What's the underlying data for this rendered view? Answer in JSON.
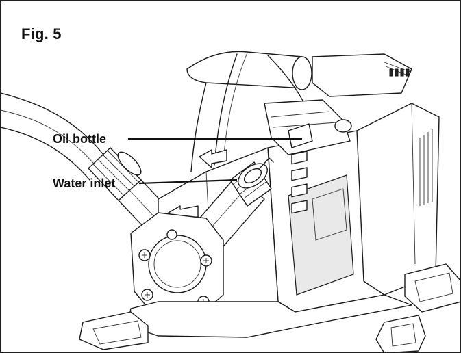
{
  "figure": {
    "title": "Fig. 5"
  },
  "callouts": {
    "oil_bottle": "Oil bottle",
    "water_inlet": "Water inlet"
  },
  "icons": {
    "flow_arrow_upper": "arrow-left-icon",
    "flow_arrow_lower": "arrow-left-icon"
  }
}
